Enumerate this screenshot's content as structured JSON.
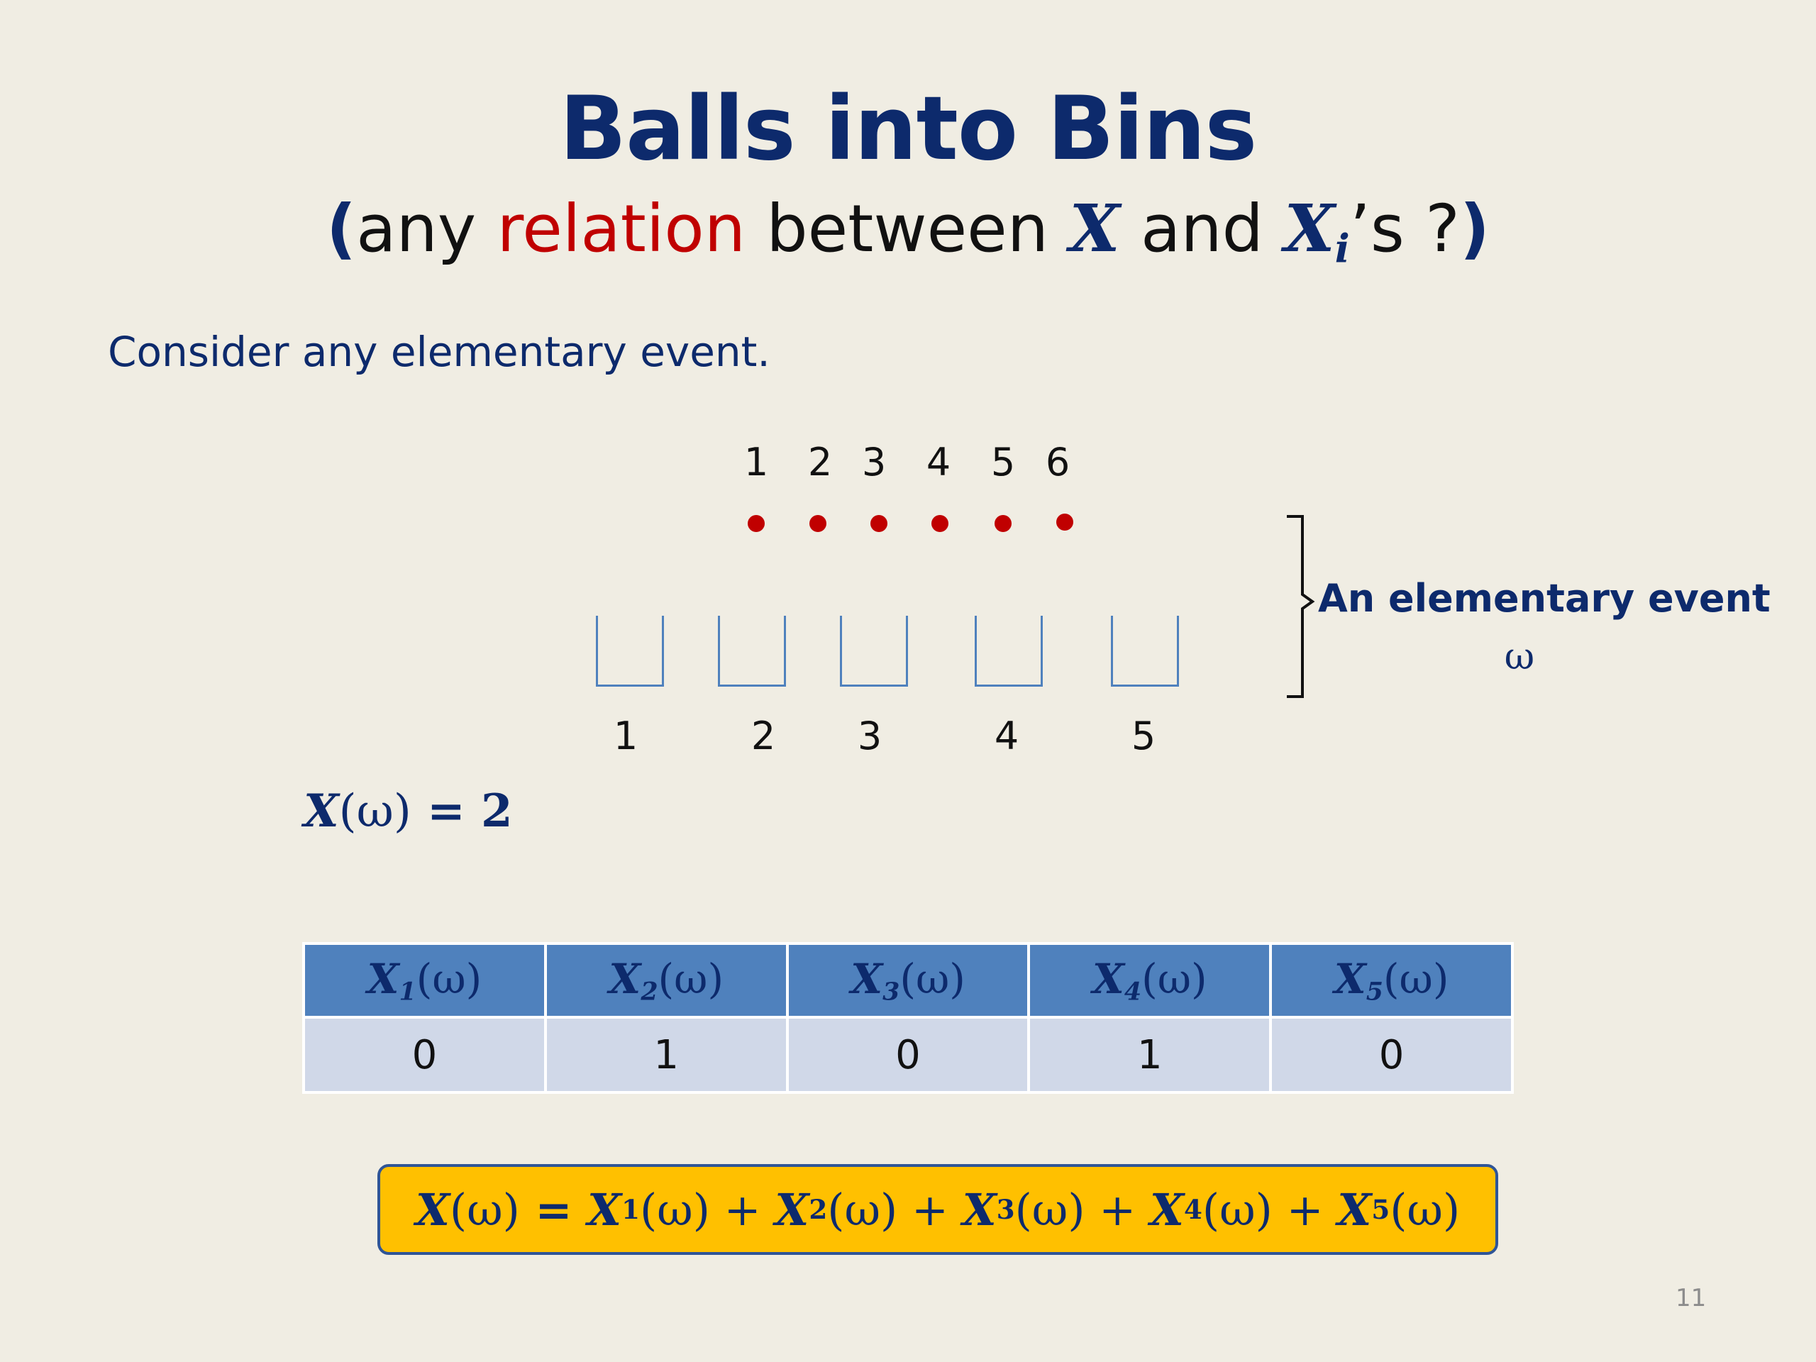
{
  "slide": {
    "title": "Balls into Bins",
    "subtitle": {
      "open": "(",
      "pre": "any ",
      "highlight": "relation",
      "mid": " between ",
      "var_x": "X",
      "and": " and ",
      "var_xi": "X",
      "var_xi_sub": "i",
      "post": "’s ?",
      "close": ")"
    },
    "body_text": "Consider any elementary event.",
    "ball_labels": [
      "1",
      "2",
      "3",
      "4",
      "5",
      "6"
    ],
    "bin_labels": [
      "1",
      "2",
      "3",
      "4",
      "5"
    ],
    "brace_label": "An elementary event",
    "omega_label": "ω",
    "x_value_eq": {
      "var": "X",
      "arg": "(ω)",
      "eq": " = 2"
    },
    "table": {
      "headers": [
        {
          "var": "X",
          "sub": "1",
          "arg": "(ω)"
        },
        {
          "var": "X",
          "sub": "2",
          "arg": "(ω)"
        },
        {
          "var": "X",
          "sub": "3",
          "arg": "(ω)"
        },
        {
          "var": "X",
          "sub": "4",
          "arg": "(ω)"
        },
        {
          "var": "X",
          "sub": "5",
          "arg": "(ω)"
        }
      ],
      "values": [
        "0",
        "1",
        "0",
        "1",
        "0"
      ]
    },
    "formula": {
      "lhs_var": "X",
      "lhs_arg": "(ω)",
      "eq": " = ",
      "terms": [
        {
          "var": "X",
          "sub": "1",
          "arg": "(ω)"
        },
        {
          "var": "X",
          "sub": "2",
          "arg": "(ω)"
        },
        {
          "var": "X",
          "sub": "3",
          "arg": "(ω)"
        },
        {
          "var": "X",
          "sub": "4",
          "arg": "(ω)"
        },
        {
          "var": "X",
          "sub": "5",
          "arg": "(ω)"
        }
      ],
      "plus": " + "
    },
    "page_number": "11",
    "colors": {
      "background": "#f0ede3",
      "navy": "#0d2a6c",
      "red": "#c00000",
      "table_header": "#4f81bd",
      "table_cell": "#d0d8e8",
      "formula_fill": "#ffc000",
      "formula_border": "#2f5597"
    }
  }
}
